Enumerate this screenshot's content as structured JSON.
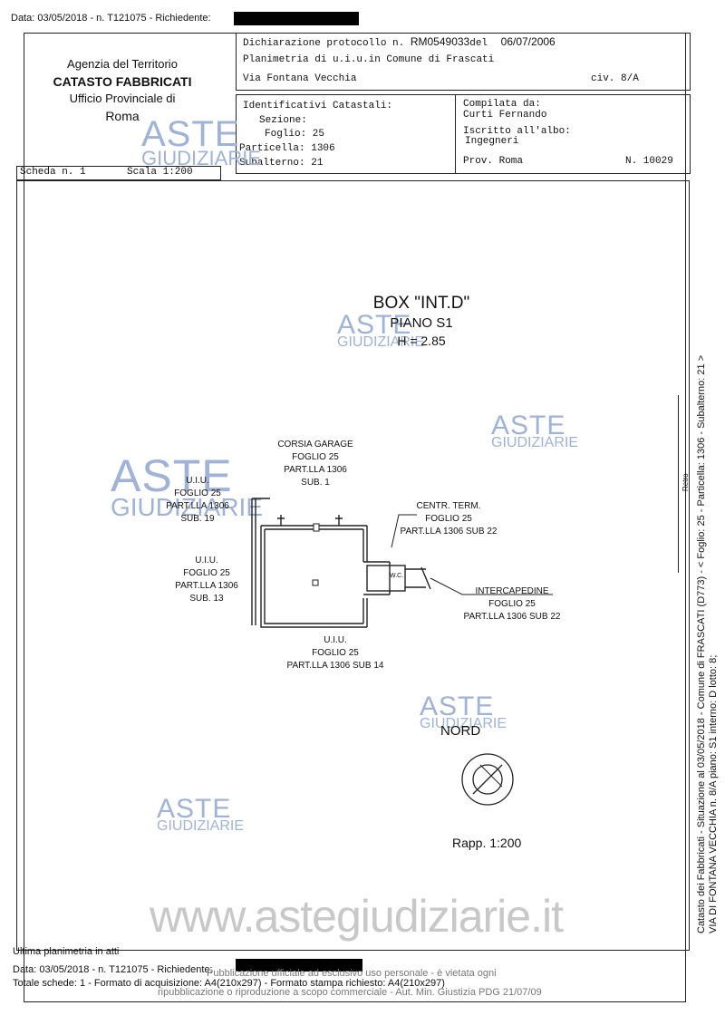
{
  "header_line": "Data: 03/05/2018 - n. T121075 - Richiedente:",
  "agency": {
    "line1": "Agenzia del Territorio",
    "line2": "CATASTO FABBRICATI",
    "line3": "Ufficio Provinciale di",
    "line4": "Roma"
  },
  "declaration": {
    "protocol_label": "Dichiarazione protocollo n.",
    "protocol_no": "RM0549033",
    "del_label": "del",
    "date": "06/07/2006",
    "planimetry": "Planimetria di u.i.u.in Comune di Frascati",
    "street": "Via Fontana Vecchia",
    "civ": "civ. 8/A"
  },
  "identifiers": {
    "title": "Identificativi Catastali:",
    "sezione": "Sezione:",
    "foglio": "Foglio: 25",
    "particella": "Particella: 1306",
    "subalterno": "Subalterno: 21"
  },
  "compiled": {
    "label": "Compilata da:",
    "name": "Curti Fernando",
    "albo_label": "Iscritto all'albo:",
    "albo": "Ingegneri",
    "prov": "Prov. Roma",
    "num": "N. 10029"
  },
  "scheda": {
    "label": "Scheda n. 1",
    "scale": "Scala 1:200"
  },
  "plan": {
    "title": "BOX \"INT.D\"",
    "floor": "PIANO S1",
    "height": "H = 2.85",
    "corsia": [
      "CORSIA GARAGE",
      "FOGLIO 25",
      "PART.LLA 1306",
      "SUB. 1"
    ],
    "uiu19": [
      "U.I.U.",
      "FOGLIO 25",
      "PART.LLA 1306",
      "SUB. 19"
    ],
    "uiu13": [
      "U.I.U.",
      "FOGLIO 25",
      "PART.LLA 1306",
      "SUB. 13"
    ],
    "centr": [
      "CENTR. TERM.",
      "FOGLIO 25",
      "PART.LLA 1306 SUB 22"
    ],
    "interc": [
      "INTERCAPEDINE",
      "FOGLIO 25",
      "PART.LLA 1306 SUB 22"
    ],
    "uiu14": [
      "U.I.U.",
      "FOGLIO 25",
      "PART.LLA 1306 SUB 14"
    ],
    "wc": "W.C.",
    "nord": "NORD",
    "rapp": "Rapp. 1:200",
    "small_side": "Retro"
  },
  "watermark": {
    "aste": "ASTE",
    "giud": "GIUDIZIARIE"
  },
  "website": "www.astegiudiziarie.it",
  "side_text": {
    "line1": "Catasto dei Fabbricati - Situazione al 03/05/2018 - Comune di FRASCATI (D773) - < Foglio: 25 - Particella: 1306 - Subalterno: 21 >",
    "line2": "VIA DI FONTANA VECCHIA n. 8/A piano: S1 interno: D lotto: 8;"
  },
  "footer": {
    "ultima": "Ultima planimetria in atti",
    "data_line": "Data: 03/05/2018 - n. T121075 - Richiedente:",
    "totale": "Totale schede: 1 - Formato di acquisizione: A4(210x297) - Formato stampa richiesto: A4(210x297)",
    "pub1": "Pubblicazione ufficiale ad esclusivo uso personale - è vietata ogni",
    "pub2": "ripubblicazione o riproduzione a scopo commerciale - Aut. Min. Giustizia PDG 21/07/09"
  }
}
